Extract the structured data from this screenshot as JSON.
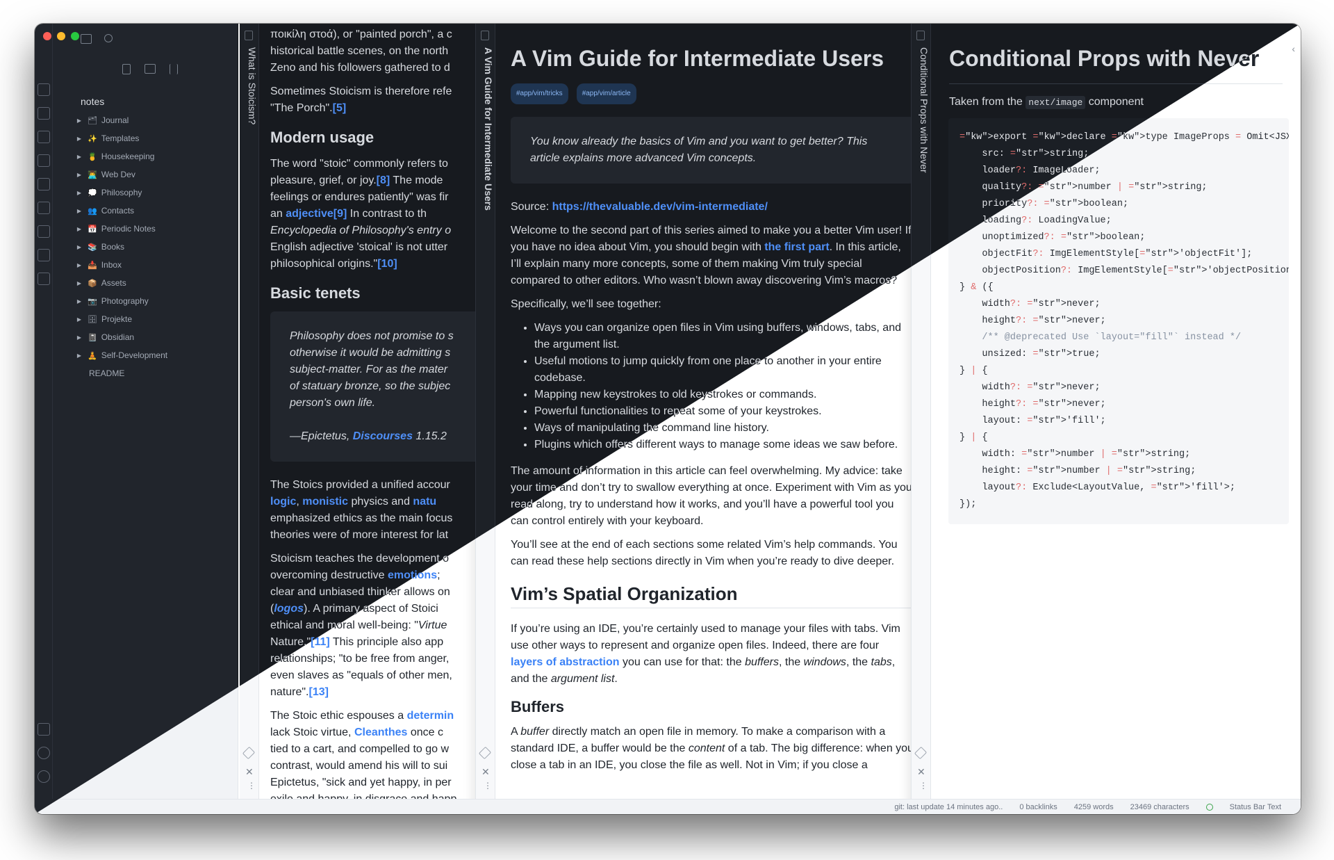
{
  "window": {
    "colors": {
      "close": "#ff5f57",
      "min": "#febc2e",
      "max": "#28c840"
    }
  },
  "sidebar": {
    "root": "notes",
    "items": [
      {
        "emoji": "🗂",
        "label": "Journal"
      },
      {
        "emoji": "✨",
        "label": "Templates"
      },
      {
        "emoji": "🍍",
        "label": "Housekeeping"
      },
      {
        "emoji": "👨‍💻",
        "label": "Web Dev"
      },
      {
        "emoji": "💭",
        "label": "Philosophy"
      },
      {
        "emoji": "👥",
        "label": "Contacts"
      },
      {
        "emoji": "📅",
        "label": "Periodic Notes"
      },
      {
        "emoji": "📚",
        "label": "Books"
      },
      {
        "emoji": "📥",
        "label": "Inbox"
      },
      {
        "emoji": "📦",
        "label": "Assets"
      },
      {
        "emoji": "📷",
        "label": "Photography"
      },
      {
        "emoji": "🗄",
        "label": "Projekte"
      },
      {
        "emoji": "📓",
        "label": "Obsidian"
      },
      {
        "emoji": "🧘",
        "label": "Self-Development"
      }
    ],
    "readme": "README"
  },
  "pane1": {
    "vertical_title": "What is Stoicism?",
    "p1a": "ποικίλη στοά), or \"painted porch\", a c",
    "p1b": "historical battle scenes, on the north",
    "p1c": "Zeno and his followers gathered to d",
    "p2a": "Sometimes Stoicism is therefore refe",
    "p2b": "\"The Porch\".",
    "p2link": "[5]",
    "h_modern": "Modern usage",
    "m1": "The word \"stoic\" commonly refers to",
    "m2a": "pleasure, grief, or joy.",
    "m2link": "[8]",
    "m2b": " The mode",
    "m3": "feelings or endures patiently\" was fir",
    "m4a": "an ",
    "m4link": "adjective",
    "m4link2": "[9]",
    "m4b": " In contrast to th",
    "m5": "Encyclopedia of Philosophy's entry o",
    "m6": "English adjective 'stoical' is not utter",
    "m7": "philosophical origins.\"",
    "m7link": "[10]",
    "h_basic": "Basic tenets",
    "q1": "Philosophy does not promise to s",
    "q2": "otherwise it would be admitting s",
    "q3": "subject-matter. For as the mater",
    "q4": "of statuary bronze, so the subjec",
    "q5": "person's own life.",
    "q6a": "—Epictetus, ",
    "q6link": "Discourses",
    "q6b": " 1.15.2",
    "s1": "The Stoics provided a unified accour",
    "s2link": "logic",
    "s2b": ", ",
    "s2link2": "monistic",
    "s2c": " physics and ",
    "s2link3": "natu",
    "s3": "emphasized ethics as the main focus",
    "s4": "theories were of more interest for lat",
    "t1": "Stoicism teaches the development o",
    "t2a": "overcoming destructive ",
    "t2link": "emotions",
    "t2b": ";",
    "t3": "clear and unbiased thinker allows on",
    "t4a": "(",
    "t4link": "logos",
    "t4b": "). A primary aspect of Stoici",
    "t5a": "ethical and moral well-being: \"",
    "t5b": "Virtue",
    "t6a": "Nature.\"",
    "t6link": "[11]",
    "t6b": " This principle also app",
    "t7": "relationships; \"to be free from anger,",
    "t8": "even slaves as \"equals of other men,",
    "t9a": "nature\".",
    "t9link": "[13]",
    "u1a": "The Stoic ethic espouses a ",
    "u1link": "determin",
    "u2a": "lack Stoic virtue, ",
    "u2link": "Cleanthes",
    "u2b": " once c",
    "u3": "tied to a cart, and compelled to go w",
    "u4": "contrast, would amend his will to sui",
    "u5": "Epictetus, \"sick and yet happy, in per",
    "u6": "exile and happy, in disgrace and happ"
  },
  "pane2": {
    "vertical_title": "A Vim Guide for Intermediate Users",
    "title": "A Vim Guide for Intermediate Users",
    "tags": [
      "#app/vim/tricks",
      "#app/vim/article"
    ],
    "callout": "You know already the basics of Vim and you want to get better? This article explains more advanced Vim concepts.",
    "source_label": "Source: ",
    "source_url": "https://thevaluable.dev/vim-intermediate/",
    "intro_a": "Welcome to the second part of this series aimed to make you a better Vim user! If you have no idea about Vim, you should begin with ",
    "intro_link": "the first part",
    "intro_b": ". In this article, I’ll explain many more concepts, some of them making Vim truly special compared to other editors. Who wasn’t blown away discovering Vim’s macros?",
    "specifically": "Specifically, we’ll see together:",
    "bullets": [
      "Ways you can organize open files in Vim using buffers, windows, tabs, and the argument list.",
      "Useful motions to jump quickly from one place to another in your entire codebase.",
      "Mapping new keystrokes to old keystrokes or commands.",
      "Powerful functionalities to repeat some of your keystrokes.",
      "Ways of manipulating the command line history.",
      "Plugins which offers different ways to manage some ideas we saw before."
    ],
    "advice": "The amount of information in this article can feel overwhelming. My advice: take your time and don’t try to swallow everything at once. Experiment with Vim as you read along, try to understand how it works, and you’ll have a powerful tool you can control entirely with your keyboard.",
    "help": "You’ll see at the end of each sections some related Vim’s help commands. You can read these help sections directly in Vim when you’re ready to dive deeper.",
    "h_spatial": "Vim’s Spatial Organization",
    "spatial_a": "If you’re using an IDE, you’re certainly used to manage your files with tabs. Vim use other ways to represent and organize open files. Indeed, there are four ",
    "spatial_link": "layers of abstraction",
    "spatial_b": " you can use for that: the ",
    "spatial_i1": "buffers",
    "spatial_c": ", the ",
    "spatial_i2": "windows",
    "spatial_d": ", the ",
    "spatial_i3": "tabs",
    "spatial_e": ", and the ",
    "spatial_i4": "argument list",
    "spatial_f": ".",
    "h_buffers": "Buffers",
    "buf_a": "A ",
    "buf_i1": "buffer",
    "buf_b": " directly match an open file in memory. To make a comparison with a standard IDE, a buffer would be the ",
    "buf_i2": "content",
    "buf_c": " of a tab. The big difference: when you close a tab in an IDE, you close the file as well. Not in Vim; if you close a"
  },
  "pane3": {
    "vertical_title": "Conditional Props with Never",
    "title": "Conditional Props with Never",
    "intro_a": "Taken from the ",
    "intro_code": "next/image",
    "intro_b": " component",
    "code_lines": [
      "export declare type ImageProps = Omit<JSX.IntrinsicElemen",
      "    src: string;",
      "    loader?: ImageLoader;",
      "    quality?: number | string;",
      "    priority?: boolean;",
      "    loading?: LoadingValue;",
      "    unoptimized?: boolean;",
      "    objectFit?: ImgElementStyle['objectFit'];",
      "    objectPosition?: ImgElementStyle['objectPosition'];",
      "} & ({",
      "    width?: never;",
      "    height?: never;",
      "    /** @deprecated Use `layout=\"fill\"` instead */",
      "    unsized: true;",
      "} | {",
      "    width?: never;",
      "    height?: never;",
      "    layout: 'fill';",
      "} | {",
      "    width: number | string;",
      "    height: number | string;",
      "    layout?: Exclude<LayoutValue, 'fill'>;",
      "});"
    ]
  },
  "status": {
    "git": "git: last update 14 minutes ago..",
    "backlinks": "0 backlinks",
    "words": "4259 words",
    "chars": "23469 characters",
    "text": "Status Bar Text"
  }
}
